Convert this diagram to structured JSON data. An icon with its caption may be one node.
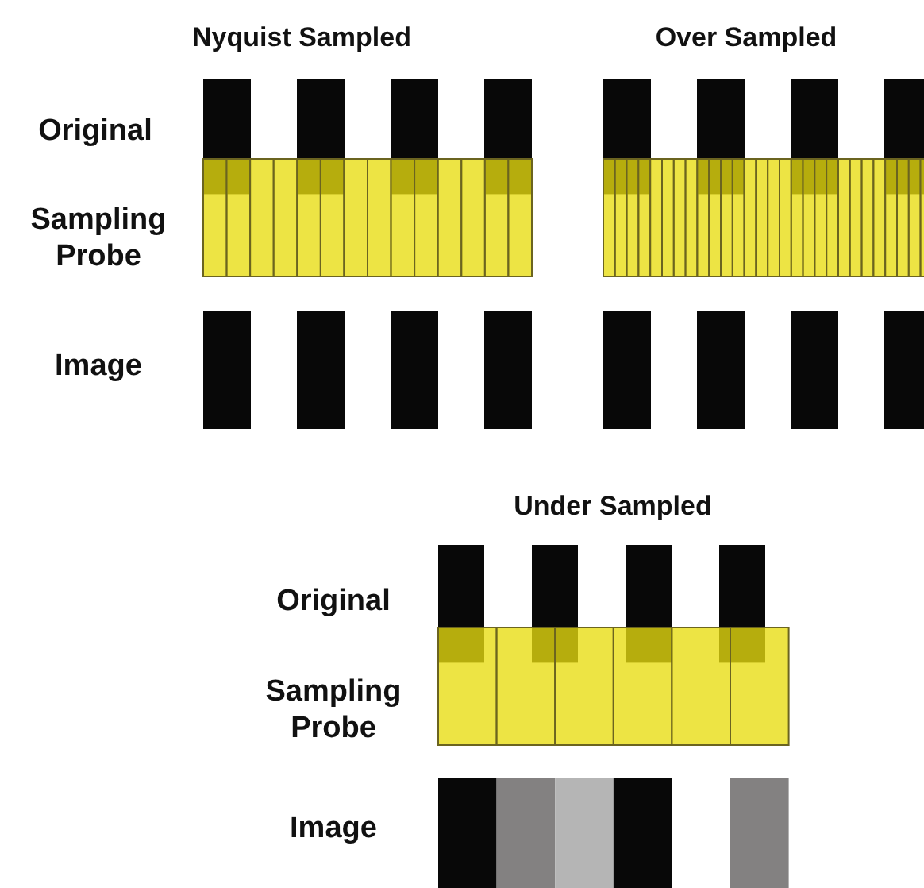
{
  "diagram": {
    "labels": [
      "Nyquist Sampled",
      "Over Sampled",
      "Original",
      "Sampling Probe",
      "Image",
      "Under Sampled",
      "Original",
      "Sampling Probe",
      "Image"
    ]
  }
}
